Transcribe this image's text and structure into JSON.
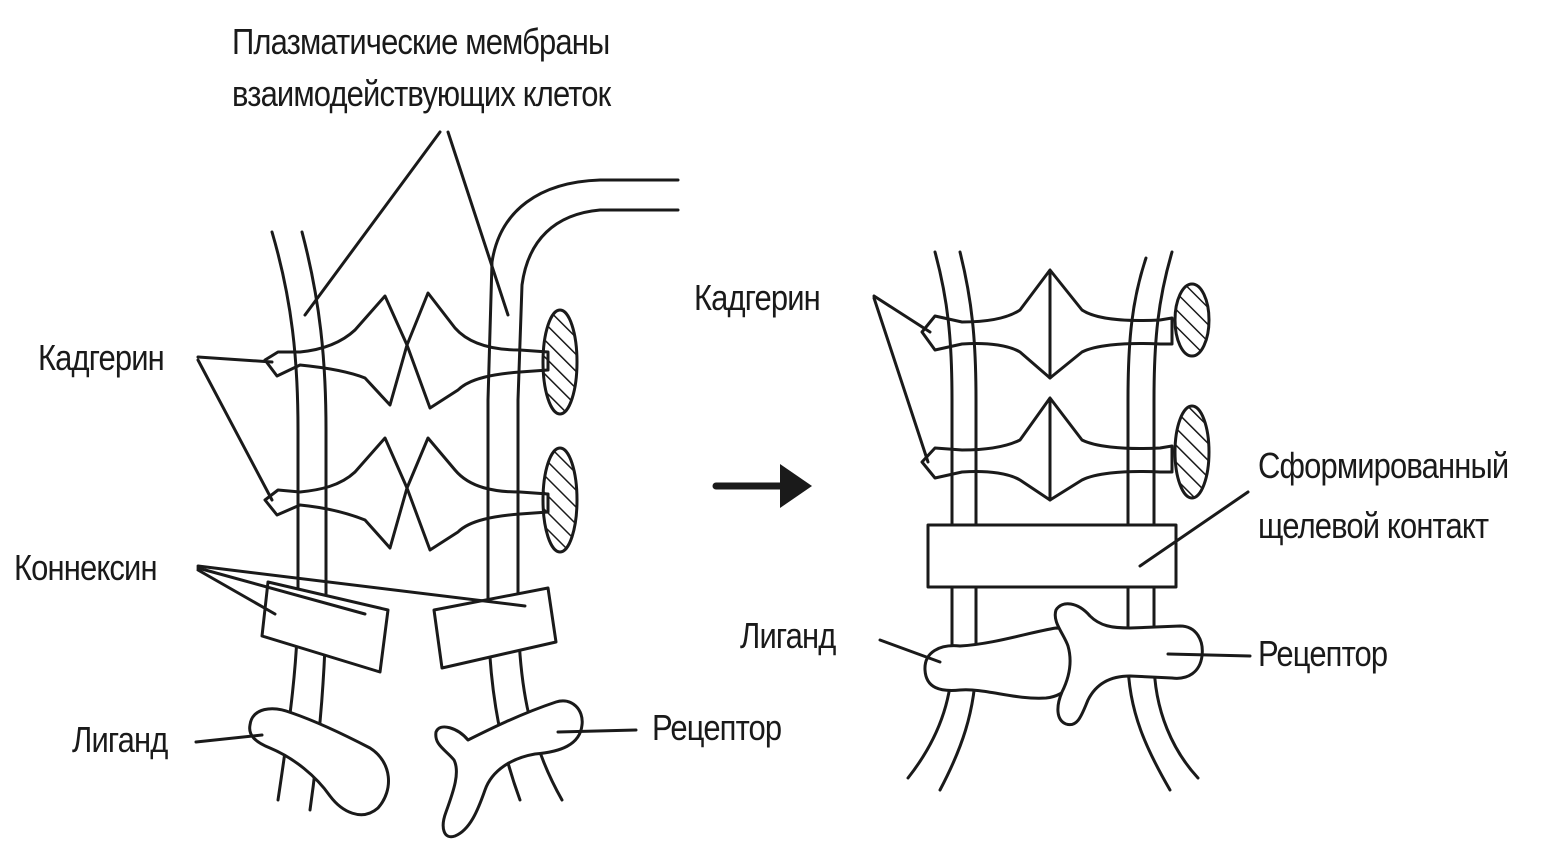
{
  "labels": {
    "membranes_line1": "Плазматические мембраны",
    "membranes_line2": "взаимодействующих клеток",
    "cadherin_left": "Кадгерин",
    "connexin": "Коннексин",
    "ligand_left": "Лиганд",
    "receptor_left": "Рецептор",
    "cadherin_right": "Кадгерин",
    "gap_junction_line1": "Сформированный",
    "gap_junction_line2": "щелевой контакт",
    "ligand_right": "Лиганд",
    "receptor_right": "Рецептор"
  },
  "colors": {
    "ink": "#1a1a1a",
    "background": "#ffffff"
  }
}
